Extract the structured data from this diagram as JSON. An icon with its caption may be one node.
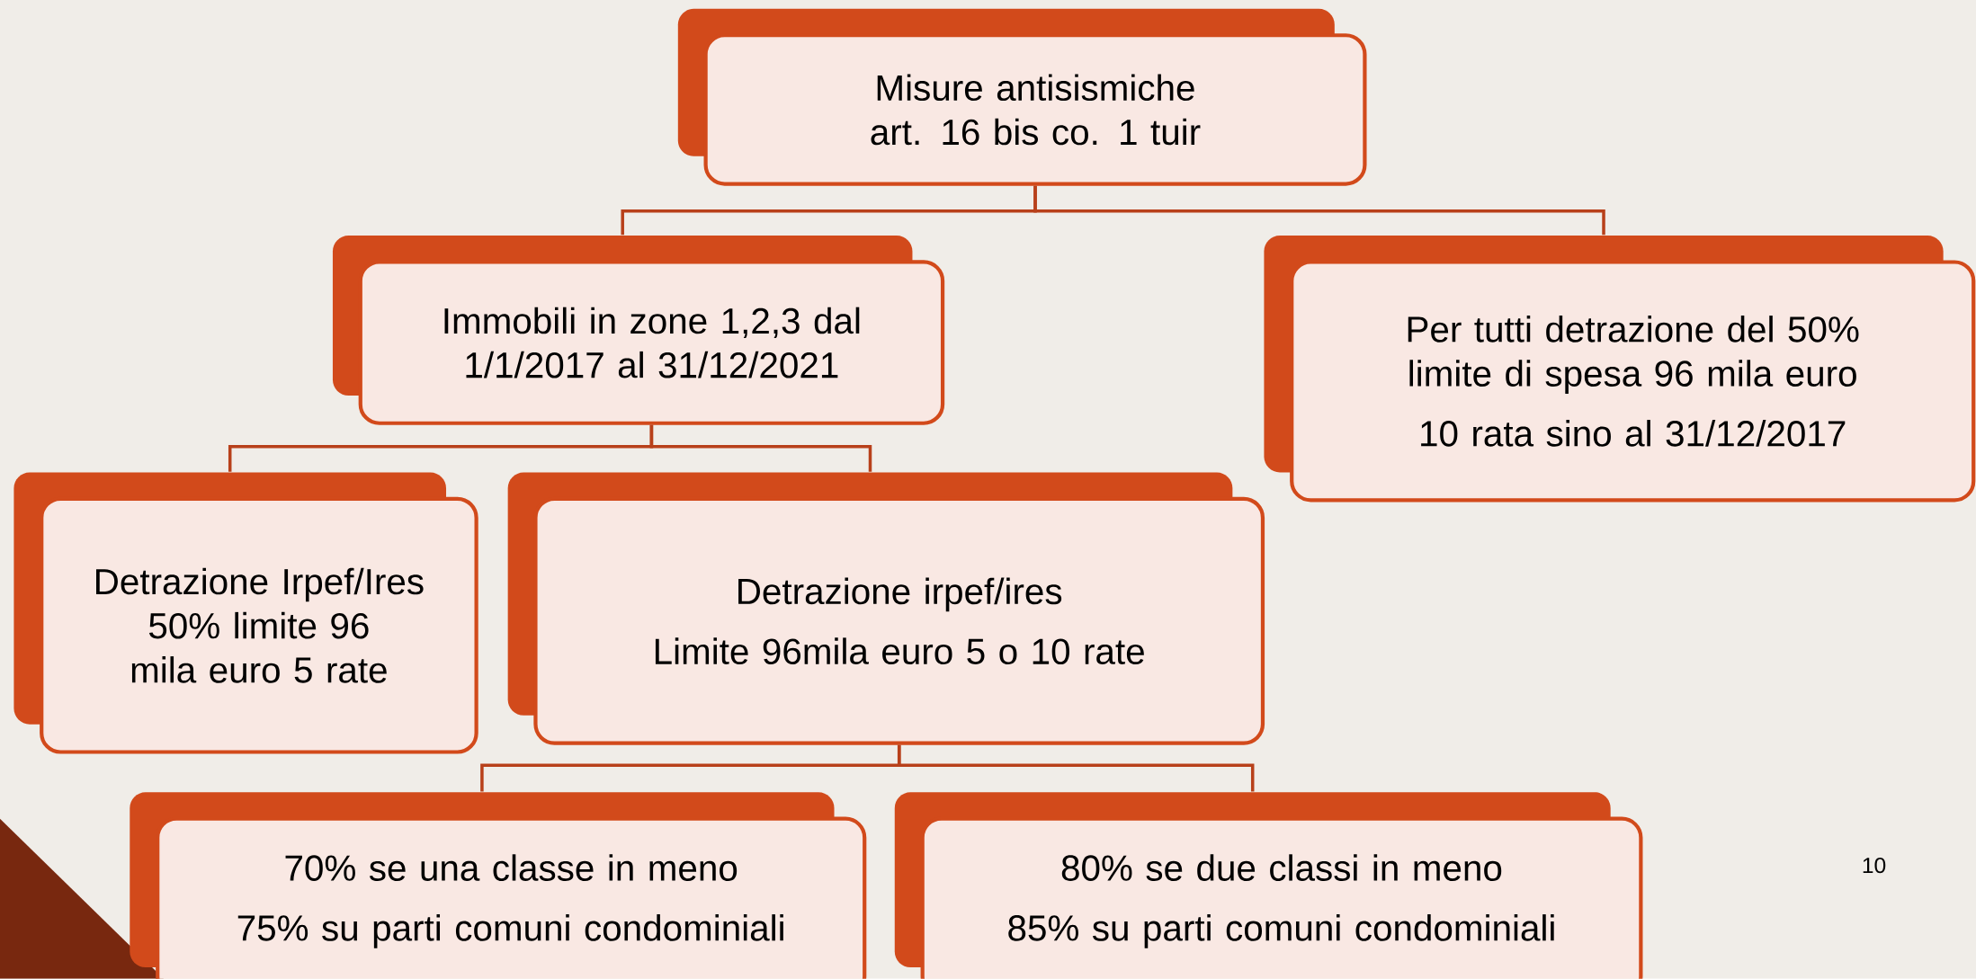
{
  "diagram": {
    "nodes": [
      {
        "text": [
          "Misure antisismiche  art. 16 bis co. 1 tuir"
        ]
      },
      {
        "text": [
          "Immobili  in zone 1,2,3 dal 1/1/2017 al 31/12/2021"
        ]
      },
      {
        "text": [
          "Per tutti detrazione del 50%  limite di spesa 96 mila euro",
          "10 rata sino al 31/12/2017"
        ]
      },
      {
        "text": [
          "Detrazione Irpef/Ires 50% limite 96 mila euro 5 rate"
        ]
      },
      {
        "text": [
          "Detrazione irpef/ires",
          "Limite 96mila euro 5 o 10 rate"
        ]
      },
      {
        "text": [
          "70% se una classe in meno",
          "75% su parti comuni condominiali"
        ]
      },
      {
        "text": [
          "80% se due classi in meno",
          "85% su parti comuni condominiali"
        ]
      }
    ],
    "edges": [
      {
        "from": 0,
        "to": 1,
        "arrow": "none"
      },
      {
        "from": 0,
        "to": 2,
        "arrow": "none"
      },
      {
        "from": 1,
        "to": 3,
        "arrow": "none"
      },
      {
        "from": 1,
        "to": 4,
        "arrow": "none"
      },
      {
        "from": 4,
        "to": 5,
        "arrow": "none"
      },
      {
        "from": 4,
        "to": 6,
        "arrow": "none"
      }
    ],
    "labels": [
      "10"
    ]
  }
}
